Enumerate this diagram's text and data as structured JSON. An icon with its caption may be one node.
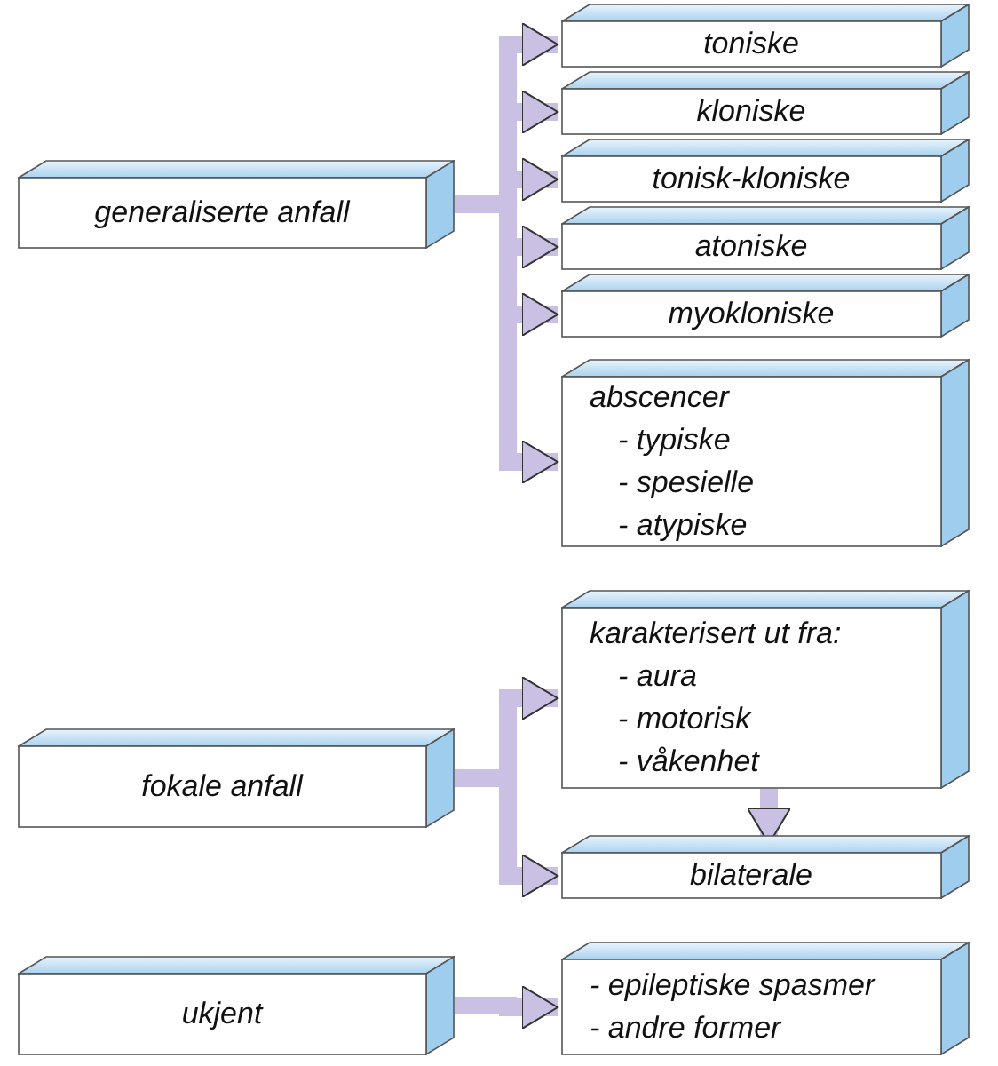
{
  "diagram": {
    "nodes": [
      {
        "text": [
          "generaliserte anfall"
        ]
      },
      {
        "text": [
          "toniske"
        ]
      },
      {
        "text": [
          "kloniske"
        ]
      },
      {
        "text": [
          "tonisk-kloniske"
        ]
      },
      {
        "text": [
          "atoniske"
        ]
      },
      {
        "text": [
          "myokloniske"
        ]
      },
      {
        "text": [
          "abscencer",
          "- typiske",
          "- spesielle",
          "- atypiske"
        ]
      },
      {
        "text": [
          "fokale anfall"
        ]
      },
      {
        "text": [
          "karakterisert ut fra:",
          "- aura",
          "- motorisk",
          "- våkenhet"
        ]
      },
      {
        "text": [
          "bilaterale"
        ]
      },
      {
        "text": [
          "ukjent"
        ]
      },
      {
        "text": [
          "- epileptiske spasmer",
          "- andre former"
        ]
      }
    ],
    "edges": [
      {
        "from": 0,
        "to": 1,
        "arrow": "to"
      },
      {
        "from": 0,
        "to": 2,
        "arrow": "to"
      },
      {
        "from": 0,
        "to": 3,
        "arrow": "to"
      },
      {
        "from": 0,
        "to": 4,
        "arrow": "to"
      },
      {
        "from": 0,
        "to": 5,
        "arrow": "to"
      },
      {
        "from": 0,
        "to": 6,
        "arrow": "to"
      },
      {
        "from": 7,
        "to": 8,
        "arrow": "to"
      },
      {
        "from": 7,
        "to": 9,
        "arrow": "to"
      },
      {
        "from": 8,
        "to": 9,
        "arrow": "to"
      },
      {
        "from": 10,
        "to": 11,
        "arrow": "to"
      }
    ]
  }
}
